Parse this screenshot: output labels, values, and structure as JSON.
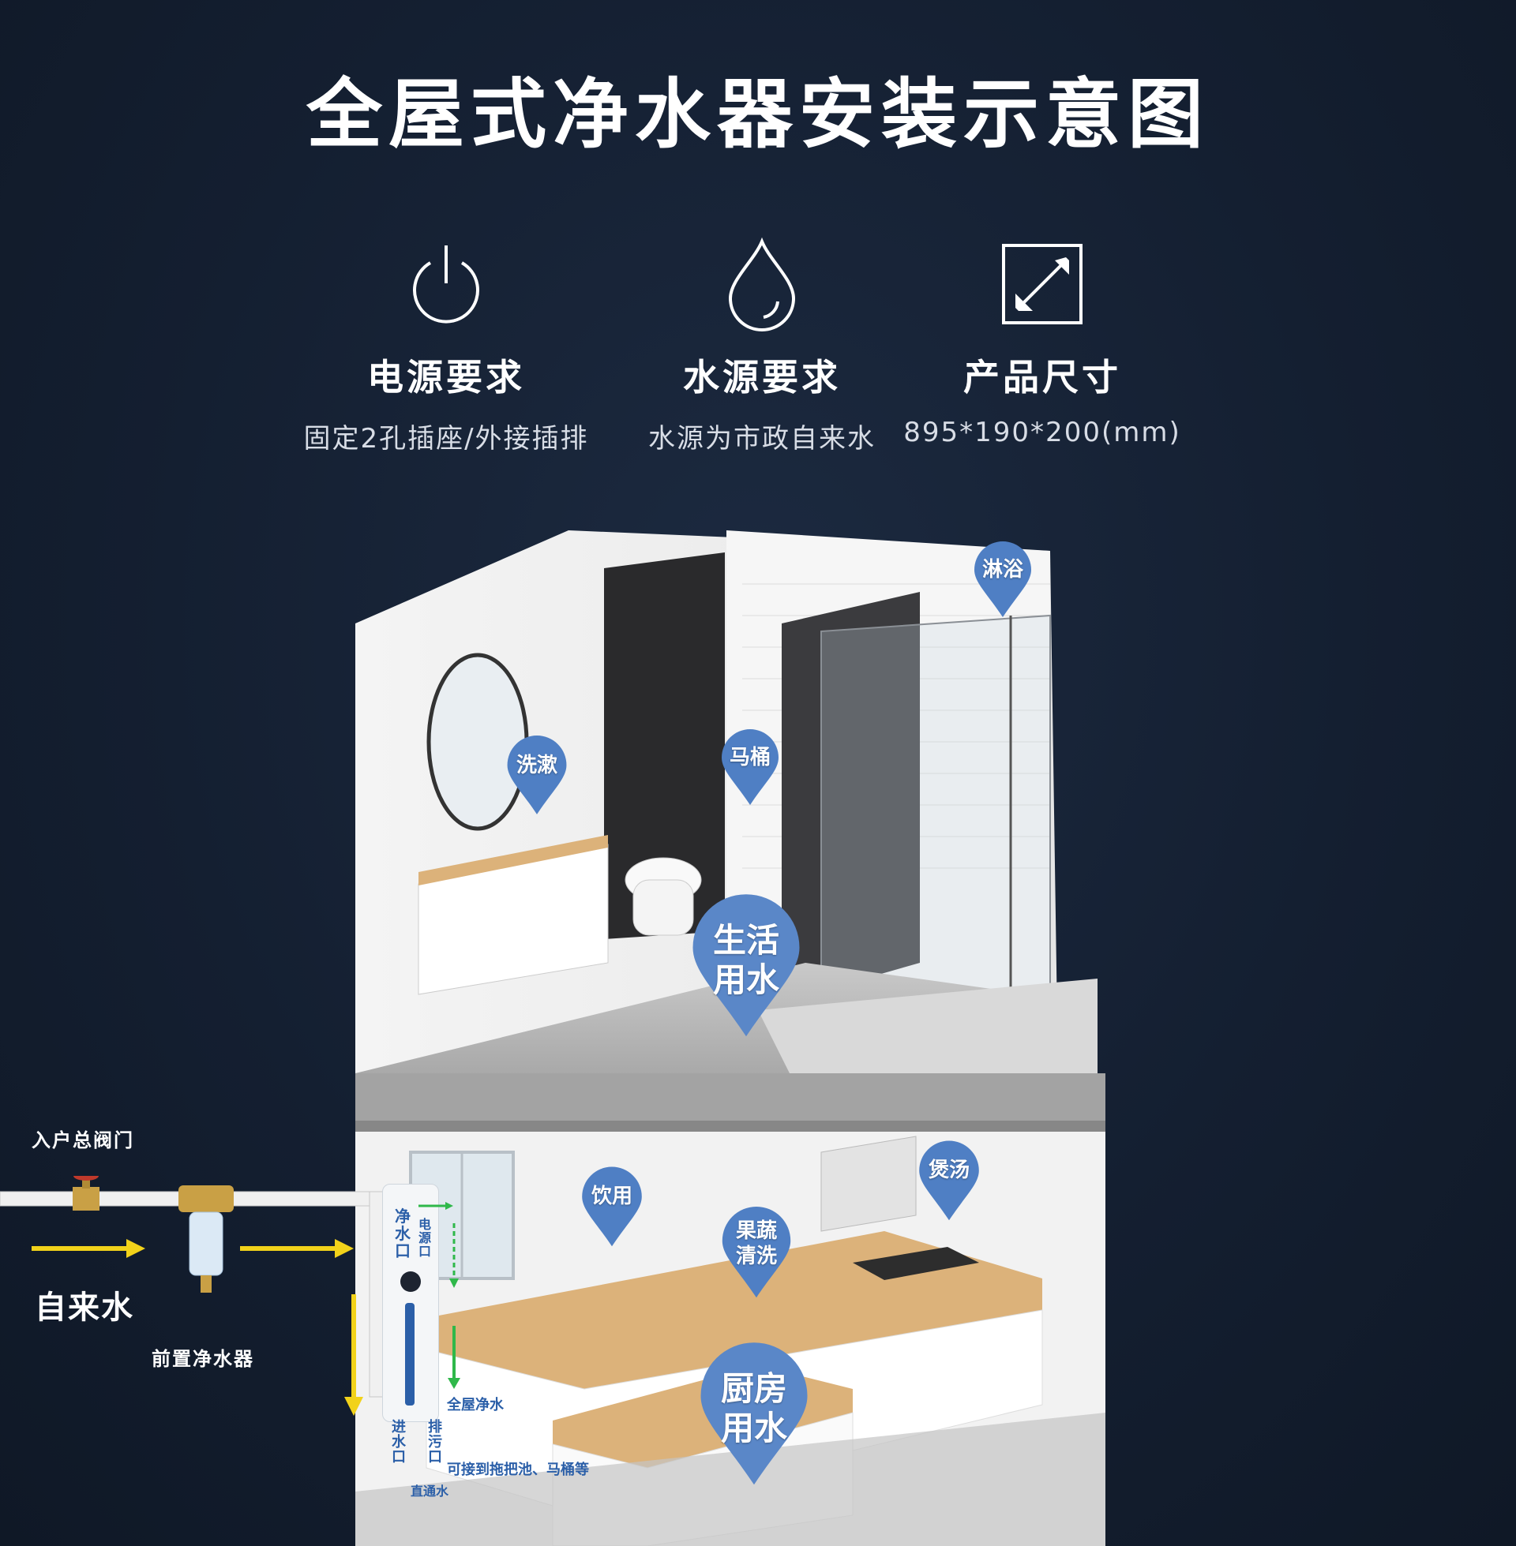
{
  "title": "全屋式净水器安装示意图",
  "specs": [
    {
      "icon": "power-icon",
      "title": "电源要求",
      "desc": "固定2孔插座/外接插排"
    },
    {
      "icon": "water-drop-icon",
      "title": "水源要求",
      "desc": "水源为市政自来水"
    },
    {
      "icon": "resize-arrows-icon",
      "title": "产品尺寸",
      "desc": "895*190*200(mm)"
    }
  ],
  "pipe": {
    "valve_label": "入户总阀门",
    "source_label": "自来水",
    "prefilter_label": "前置净水器"
  },
  "unit_labels": {
    "outlet": "净水口",
    "power": "电源口",
    "whole_house": "全屋净水",
    "inlet": "进水口",
    "drain": "排污口",
    "drain_note": "可接到拖把池、马桶等",
    "direct": "直通水"
  },
  "pins": {
    "shower": "淋浴",
    "wash": "洗漱",
    "toilet": "马桶",
    "living_water_1": "生活",
    "living_water_2": "用水",
    "drinking": "饮用",
    "soup": "煲汤",
    "veg_1": "果蔬",
    "veg_2": "清洗",
    "kitchen_1": "厨房",
    "kitchen_2": "用水"
  },
  "colors": {
    "background": "#141f31",
    "pin_blue": "#4f7fc4",
    "arrow_yellow": "#f2d21a",
    "arrow_green": "#2fb84a",
    "countertop": "#dcb27a"
  }
}
